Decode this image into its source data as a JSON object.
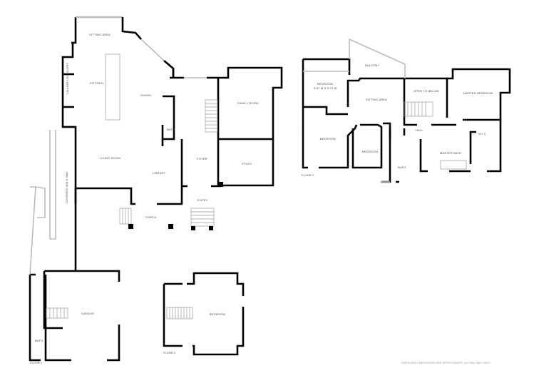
{
  "floors": [
    {
      "label": "FLOOR 1",
      "rooms": [
        {
          "name": "SITTING AREA"
        },
        {
          "name": "KITCHEN"
        },
        {
          "name": "LAUNDRY/SCULLERY"
        },
        {
          "name": "DINING"
        },
        {
          "name": "BATH"
        },
        {
          "name": "LIVING ROOM"
        },
        {
          "name": "LIBRARY"
        },
        {
          "name": "FOYER"
        },
        {
          "name": "FAMILY ROOM"
        },
        {
          "name": "STUDY"
        },
        {
          "name": "ENTRY"
        },
        {
          "name": "PORCH"
        },
        {
          "name": "COVERED WALK WAY"
        },
        {
          "name": "GARAGE"
        },
        {
          "name": "BATH"
        }
      ]
    },
    {
      "label": "FLOOR 2",
      "rooms": [
        {
          "name": "BALCONY"
        },
        {
          "name": "BEDROOM",
          "dimensions": "3.67 m x 3.79 m"
        },
        {
          "name": "SITTING AREA"
        },
        {
          "name": "OPEN TO BELOW"
        },
        {
          "name": "MASTER BEDROOM"
        },
        {
          "name": "HALL"
        },
        {
          "name": "W.I.C"
        },
        {
          "name": "BEDROOM"
        },
        {
          "name": "BEDROOM"
        },
        {
          "name": "MASTER BATH"
        },
        {
          "name": "BATH"
        }
      ]
    },
    {
      "label": "FLOOR 2",
      "rooms": [
        {
          "name": "BEDROOM"
        }
      ]
    }
  ],
  "disclaimer": "SIZES AND DIMENSIONS ARE APPROXIMATE, ACTUAL MAY VARY."
}
